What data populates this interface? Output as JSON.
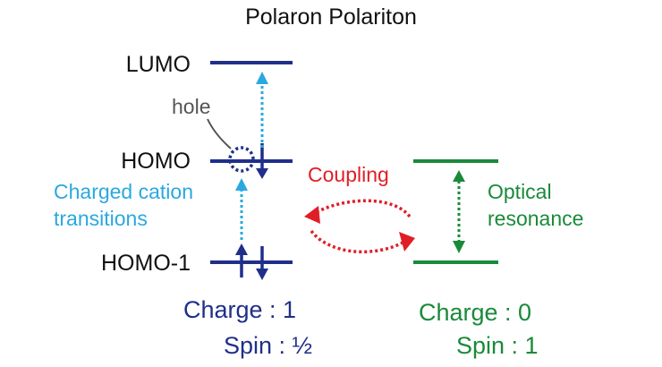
{
  "title": "Polaron Polariton",
  "polaron": {
    "levels": {
      "lumo": "LUMO",
      "homo": "HOMO",
      "homo_minus_1": "HOMO-1"
    },
    "hole_label": "hole",
    "transition_label": [
      "Charged cation",
      "transitions"
    ],
    "charge": "Charge : 1",
    "spin": "Spin : ½"
  },
  "coupling_label": "Coupling",
  "optical": {
    "label": [
      "Optical",
      "resonance"
    ],
    "charge": "Charge : 0",
    "spin": "Spin : 1"
  },
  "colors": {
    "navy": "#1f2f8a",
    "light_blue": "#2aa8e0",
    "red": "#e01e26",
    "green": "#1a8a3a",
    "hole_gray": "#555555",
    "text_black": "#111111"
  }
}
